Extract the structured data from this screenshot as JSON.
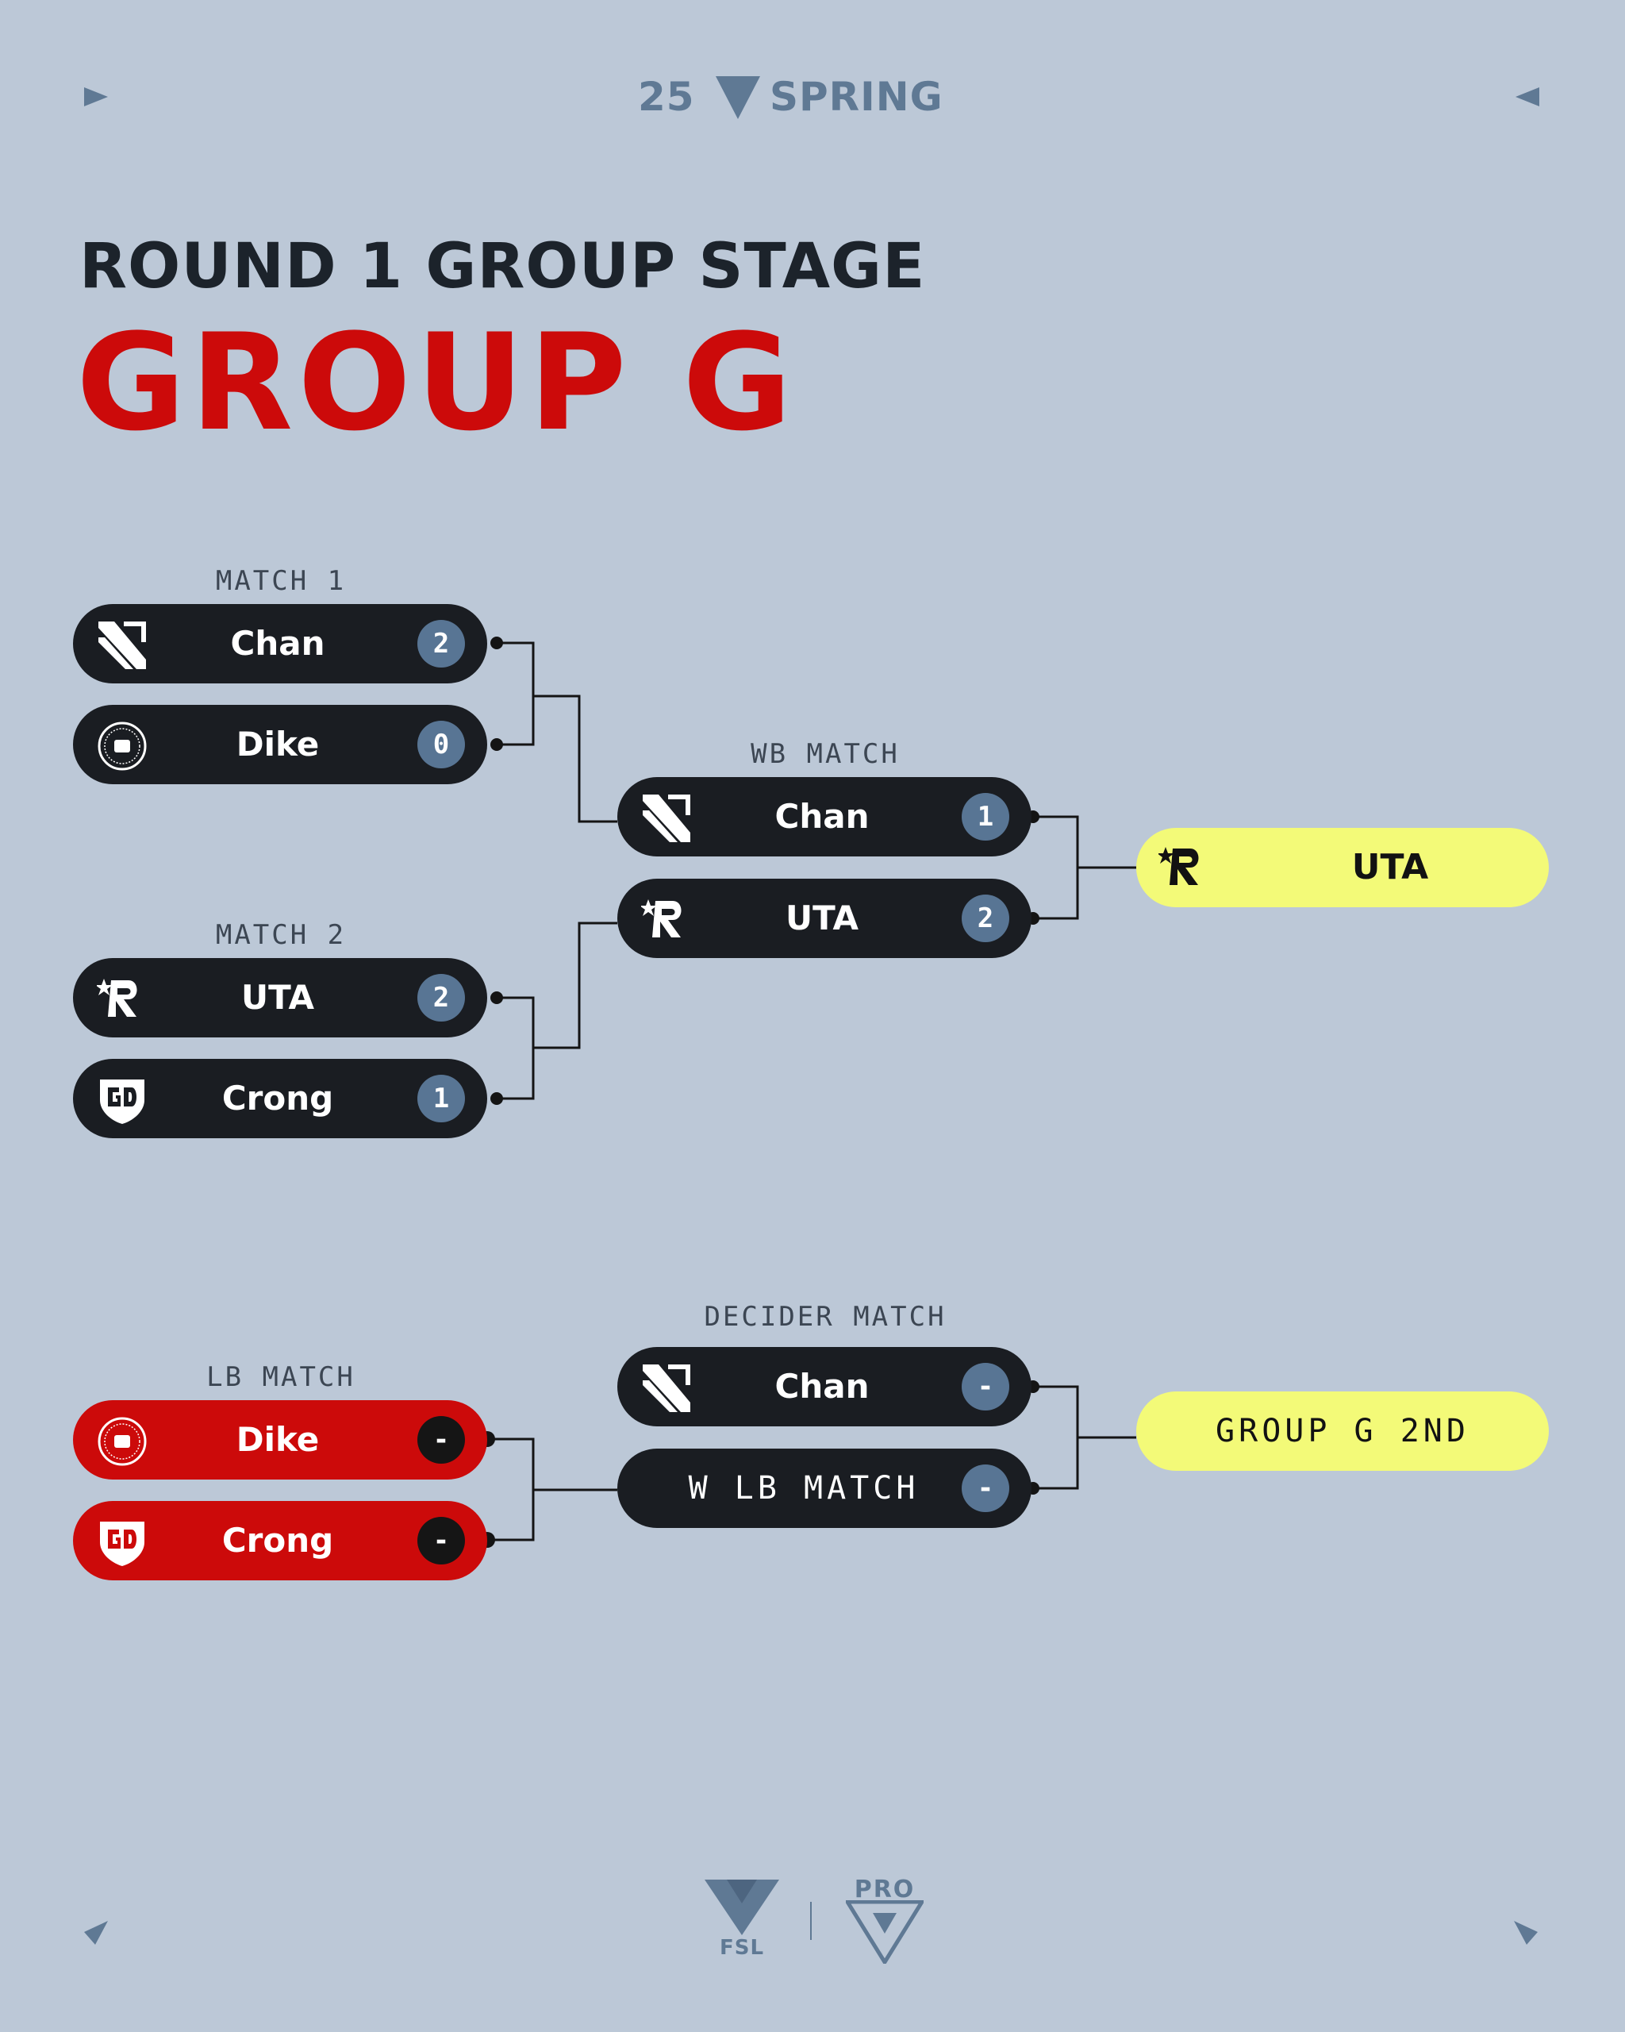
{
  "header": {
    "season_number": "25",
    "season_name": "SPRING"
  },
  "kicker": "ROUND 1 GROUP STAGE",
  "title": "GROUP G",
  "colors": {
    "background": "#bcc8d7",
    "dark_pill": "#1a1d22",
    "eliminated_pill": "#cc0a0a",
    "score_badge": "#587594",
    "result_highlight": "#f3fa78",
    "title_red": "#cc0a0a",
    "accent_slate": "#5f7994"
  },
  "bracket": {
    "match1": {
      "label": "MATCH 1",
      "teams": [
        {
          "name": "Chan",
          "score": "2",
          "logo": "stripe-x-icon"
        },
        {
          "name": "Dike",
          "score": "0",
          "logo": "round-crest-icon"
        }
      ]
    },
    "match2": {
      "label": "MATCH 2",
      "teams": [
        {
          "name": "UTA",
          "score": "2",
          "logo": "r-star-icon"
        },
        {
          "name": "Crong",
          "score": "1",
          "logo": "gd-shield-icon"
        }
      ]
    },
    "wb_match": {
      "label": "WB MATCH",
      "teams": [
        {
          "name": "Chan",
          "score": "1",
          "logo": "stripe-x-icon"
        },
        {
          "name": "UTA",
          "score": "2",
          "logo": "r-star-icon"
        }
      ]
    },
    "wb_result": {
      "name": "UTA",
      "logo": "r-star-icon"
    },
    "lb_match": {
      "label": "LB MATCH",
      "teams": [
        {
          "name": "Dike",
          "score": "-",
          "logo": "round-crest-icon"
        },
        {
          "name": "Crong",
          "score": "-",
          "logo": "gd-shield-icon"
        }
      ]
    },
    "decider_match": {
      "label": "DECIDER MATCH",
      "teams": [
        {
          "name": "Chan",
          "score": "-",
          "logo": "stripe-x-icon"
        },
        {
          "name": "W LB MATCH",
          "score": "-"
        }
      ]
    },
    "decider_result": {
      "name": "GROUP G 2ND"
    }
  },
  "footer": {
    "left_logo": "FSL",
    "right_logo": "PRO"
  }
}
